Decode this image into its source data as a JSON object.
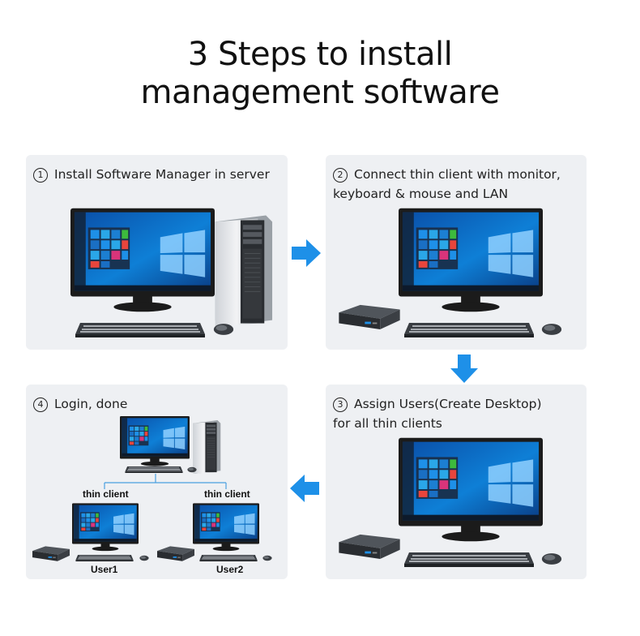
{
  "title": {
    "line1": "3 Steps to install",
    "line2": "management software"
  },
  "steps": [
    {
      "number": "1",
      "lines": [
        "Install Software Manager in server"
      ]
    },
    {
      "number": "2",
      "lines": [
        "Connect thin client with monitor,",
        "keyboard & mouse and LAN"
      ]
    },
    {
      "number": "3",
      "lines": [
        "Assign Users(Create Desktop)",
        "for all thin clients"
      ]
    },
    {
      "number": "4",
      "lines": [
        "Login, done"
      ]
    }
  ],
  "network": {
    "left_label": "thin client",
    "right_label": "thin client",
    "left_user": "User1",
    "right_user": "User2"
  },
  "colors": {
    "arrow": "#1e90e8",
    "panel": "#eef0f3",
    "monitor": "#1b1b1b",
    "screen": "#0b63b8"
  },
  "icons": [
    "arrow-right-icon",
    "arrow-down-icon",
    "arrow-left-icon",
    "monitor-icon",
    "tower-pc-icon",
    "thin-client-icon",
    "keyboard-icon",
    "mouse-icon"
  ]
}
